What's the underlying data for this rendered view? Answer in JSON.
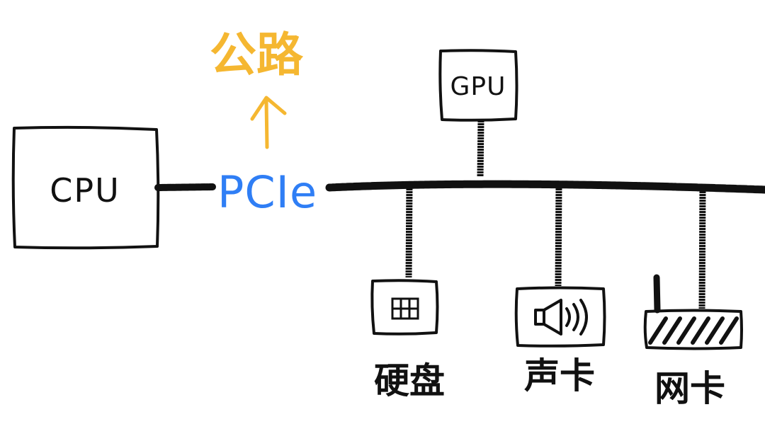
{
  "colors": {
    "ink": "#111111",
    "pcie": "#2f7ef5",
    "road": "#f5b731",
    "background": "#ffffff"
  },
  "nodes": {
    "cpu": "CPU",
    "gpu": "GPU",
    "bus": "PCIe",
    "bus_note": "公路",
    "disk": "硬盘",
    "sound_card": "声卡",
    "network_card": "网卡"
  },
  "icons": {
    "disk": "disk-grid-icon",
    "sound_card": "speaker-icon",
    "network_card": "router-icon",
    "arrow": "arrow-up-icon"
  }
}
